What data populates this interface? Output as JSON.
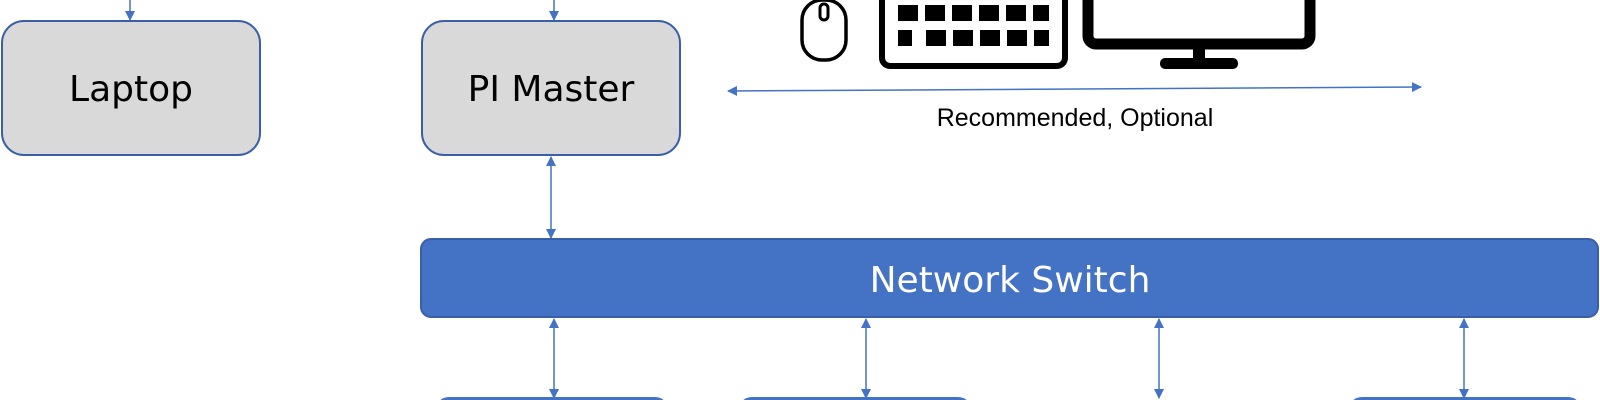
{
  "nodes": {
    "laptop": {
      "label": "Laptop"
    },
    "pi_master": {
      "label": "PI Master"
    },
    "network_switch": {
      "label": "Network Switch"
    }
  },
  "peripherals": {
    "icons": [
      "mouse-icon",
      "keyboard-icon",
      "monitor-icon"
    ],
    "caption": "Recommended, Optional"
  },
  "colors": {
    "gray_box_fill": "#d9d9d9",
    "box_border": "#3a5fa8",
    "switch_fill": "#4472c4",
    "connector": "#4472c4",
    "icon": "#000000"
  }
}
